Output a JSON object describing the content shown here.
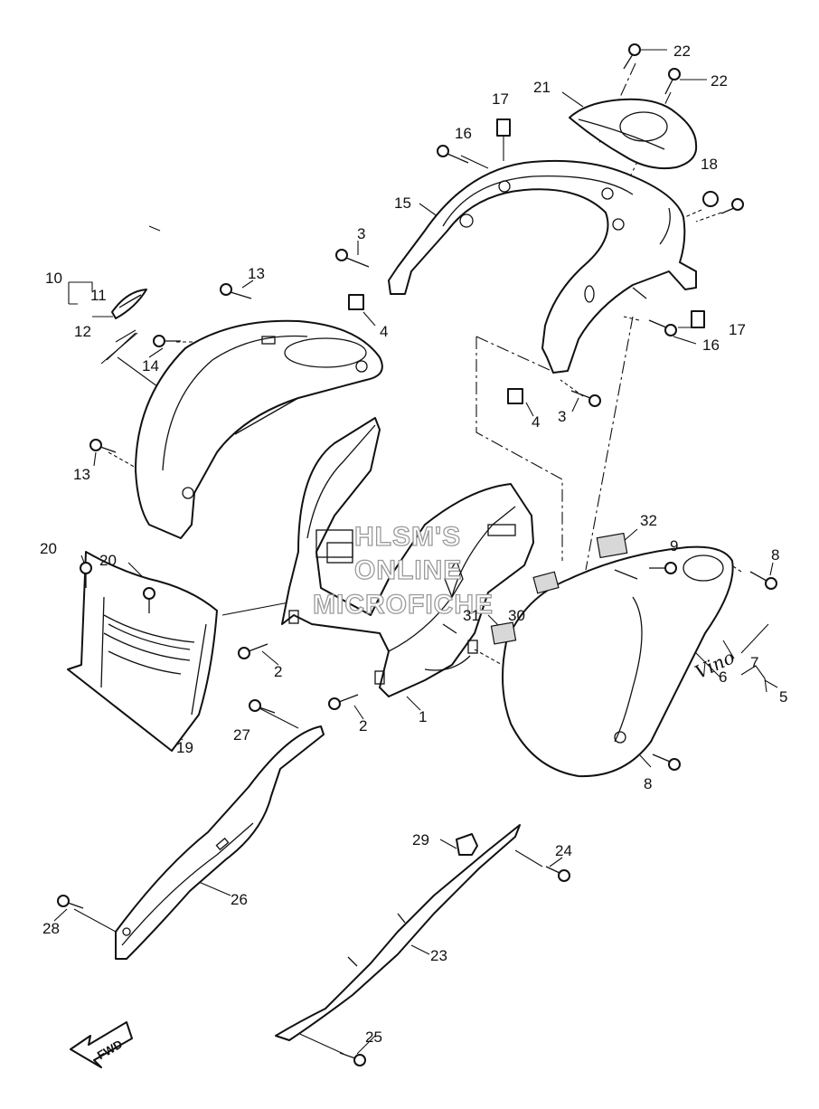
{
  "diagram": {
    "callouts": [
      {
        "id": "c22a",
        "label": "22"
      },
      {
        "id": "c22b",
        "label": "22"
      },
      {
        "id": "c21",
        "label": "21"
      },
      {
        "id": "c17a",
        "label": "17"
      },
      {
        "id": "c16a",
        "label": "16"
      },
      {
        "id": "c18",
        "label": "18"
      },
      {
        "id": "c15",
        "label": "15"
      },
      {
        "id": "c3a",
        "label": "3"
      },
      {
        "id": "c4a",
        "label": "4"
      },
      {
        "id": "c17b",
        "label": "17"
      },
      {
        "id": "c16b",
        "label": "16"
      },
      {
        "id": "c4b",
        "label": "4"
      },
      {
        "id": "c3b",
        "label": "3"
      },
      {
        "id": "c10",
        "label": "10"
      },
      {
        "id": "c11",
        "label": "11"
      },
      {
        "id": "c12",
        "label": "12"
      },
      {
        "id": "c13a",
        "label": "13"
      },
      {
        "id": "c14",
        "label": "14"
      },
      {
        "id": "c13b",
        "label": "13"
      },
      {
        "id": "c32",
        "label": "32"
      },
      {
        "id": "c9",
        "label": "9"
      },
      {
        "id": "c8a",
        "label": "8"
      },
      {
        "id": "c20a",
        "label": "20"
      },
      {
        "id": "c20b",
        "label": "20"
      },
      {
        "id": "c31",
        "label": "31"
      },
      {
        "id": "c30",
        "label": "30"
      },
      {
        "id": "c7",
        "label": "7"
      },
      {
        "id": "c6",
        "label": "6"
      },
      {
        "id": "c5",
        "label": "5"
      },
      {
        "id": "c2a",
        "label": "2"
      },
      {
        "id": "c2b",
        "label": "2"
      },
      {
        "id": "c1",
        "label": "1"
      },
      {
        "id": "c19",
        "label": "19"
      },
      {
        "id": "c27",
        "label": "27"
      },
      {
        "id": "c8b",
        "label": "8"
      },
      {
        "id": "c29",
        "label": "29"
      },
      {
        "id": "c24",
        "label": "24"
      },
      {
        "id": "c26",
        "label": "26"
      },
      {
        "id": "c28",
        "label": "28"
      },
      {
        "id": "c23",
        "label": "23"
      },
      {
        "id": "c25",
        "label": "25"
      }
    ],
    "watermark": {
      "line1": "HLSM'S",
      "line2": "ONLINE",
      "line3": "MICROFICHE"
    },
    "fwd_label": "FWD",
    "decal_logo_text": "Vino"
  }
}
